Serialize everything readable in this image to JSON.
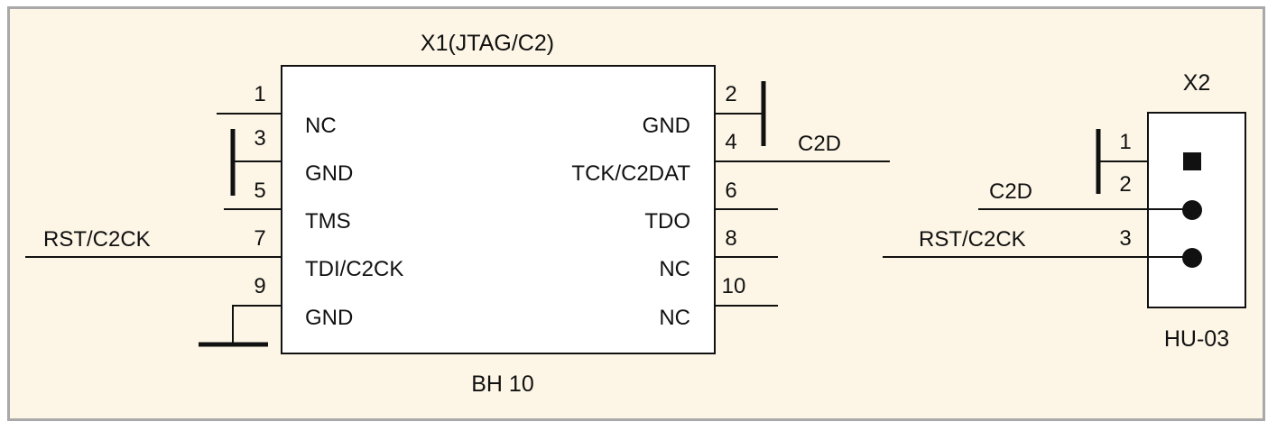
{
  "x1": {
    "title": "X1(JTAG/C2)",
    "part": "BH 10",
    "left_pins": [
      {
        "num": "1",
        "name": "NC"
      },
      {
        "num": "3",
        "name": "GND"
      },
      {
        "num": "5",
        "name": ""
      },
      {
        "num": "7",
        "name": "TMS"
      },
      {
        "num": "9",
        "name": "TDI/C2CK"
      }
    ],
    "left_names_extra": [
      "GND"
    ],
    "right_pins": [
      {
        "num": "2",
        "name": "GND"
      },
      {
        "num": "4",
        "name": "TCK/C2DAT"
      },
      {
        "num": "6",
        "name": "TDO"
      },
      {
        "num": "8",
        "name": "NC"
      },
      {
        "num": "10",
        "name": "NC"
      }
    ]
  },
  "x2": {
    "title": "X2",
    "part": "HU-03",
    "pins": [
      "1",
      "2",
      "3"
    ]
  },
  "nets": {
    "rst_left": "RST/C2CK",
    "c2d_x1": "C2D",
    "c2d_x2": "C2D",
    "rst_x2": "RST/C2CK"
  }
}
